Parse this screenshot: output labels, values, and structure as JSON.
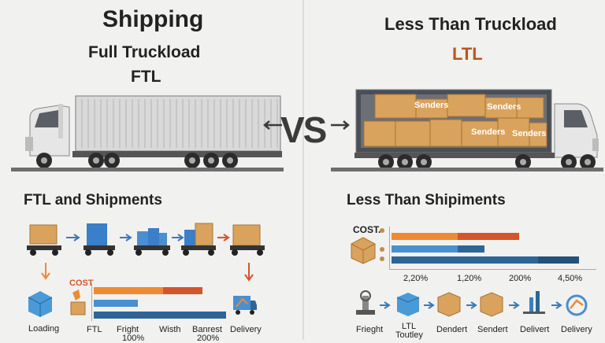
{
  "header": {
    "left_title": "Shipping",
    "left_subtitle": "Full Truckload",
    "left_abbr": "FTL",
    "right_title": "Less Than Truckload",
    "right_abbr": "LTL",
    "vs": "VS"
  },
  "ltl_truck_boxes": [
    "Senders",
    "Senders",
    "Senders",
    "Senders"
  ],
  "ftl_section": {
    "heading": "FTL and Shipments",
    "cost_label": "COST",
    "labels": [
      "Loading",
      "FTL",
      "Fright",
      "Wisth",
      "Banrest",
      "Delivery"
    ],
    "sublabels": [
      "100%",
      "200%"
    ]
  },
  "ltl_section": {
    "heading": "Less Than Shipiments",
    "cost_label": "COST.",
    "axis_ticks": [
      "2,20%",
      "1,20%",
      "200%",
      "4,50%"
    ],
    "labels": [
      "Frieght",
      "LTL",
      "Dendert",
      "Sendert",
      "Delivert",
      "Delivery"
    ],
    "sublabels": [
      "Toutley"
    ]
  },
  "colors": {
    "orange": "#ee8a34",
    "red_orange": "#d5552b",
    "blue": "#4a8fd0",
    "dark_blue": "#2f6596",
    "box": "#d9a35e",
    "accent_orange": "#c0531e"
  }
}
